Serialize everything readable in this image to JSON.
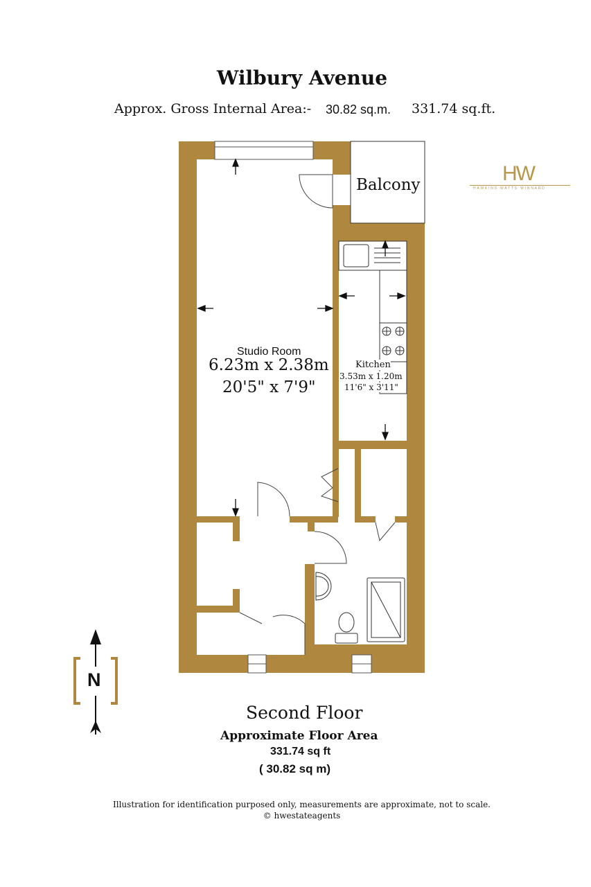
{
  "header": {
    "title": "Wilbury Avenue",
    "area_label": "Approx. Gross Internal Area:-",
    "area_sqm": "30.82 sq.m.",
    "area_sqft": "331.74 sq.ft."
  },
  "logo": {
    "initials": "HW",
    "tagline": "HAWKINS WATTS WINNARD"
  },
  "rooms": {
    "balcony": "Balcony",
    "studio_name": "Studio Room",
    "studio_metric": "6.23m x 2.38m",
    "studio_imperial": "20'5\" x 7'9\"",
    "kitchen_name": "Kitchen",
    "kitchen_metric": "3.53m x 1.20m",
    "kitchen_imperial": "11'6\" x 3'11\""
  },
  "compass": {
    "label": "N"
  },
  "floor": {
    "name": "Second Floor",
    "area_heading": "Approximate Floor Area",
    "area_sqft": "331.74 sq ft",
    "area_sqm": "( 30.82 sq m)"
  },
  "footer": {
    "disclaimer": "Illustration for identification purposed only, measurements are approximate, not to scale.",
    "copyright": "© hwestateagents"
  },
  "colors": {
    "wall": "#B0873F",
    "brand": "#B8964A",
    "text": "#111111"
  }
}
